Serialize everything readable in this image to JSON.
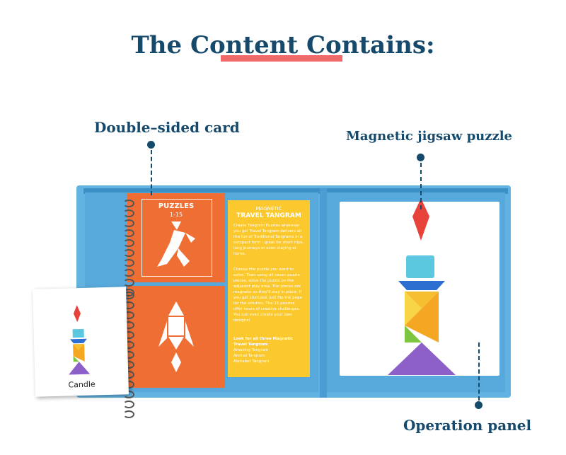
{
  "title": "The Content Contains:",
  "callouts": {
    "card": "Double–sided card",
    "puzzle": "Magnetic jigsaw puzzle",
    "panel": "Operation panel"
  },
  "top_card": {
    "title": "PUZZLES",
    "subtitle": "1-15"
  },
  "instructions": {
    "kicker": "MAGNETIC",
    "heading": "TRAVEL TANGRAM",
    "paragraph1": "Create Tangram Puzzles wherever you go! Travel Tangram delivers all the fun of Traditional Tangrams in a compact form - great for short trips, long journeys or even staying at home.",
    "paragraph2": "Choose the puzzle you want to solve. Then using all seven puzzle pieces, solve the puzzle on the adjacent play area. The pieces are magnetic so they'll stay in place. If you get stumped, just flip the page for the solution. The 15 puzzles offer hours of creative challenges. You can even create your own designs!",
    "list_title": "Look for all three Magnetic Travel Tangram:",
    "list_items": [
      "Amazing Tangram",
      "Animal Tangram",
      "Alphabet Tangram"
    ]
  },
  "solution_card": {
    "label": "Candle"
  },
  "colors": {
    "navy": "#164a6c",
    "accent": "#f06a6a",
    "case": "#63b3e2",
    "card": "#ee6e33",
    "insert": "#fbc82e"
  }
}
